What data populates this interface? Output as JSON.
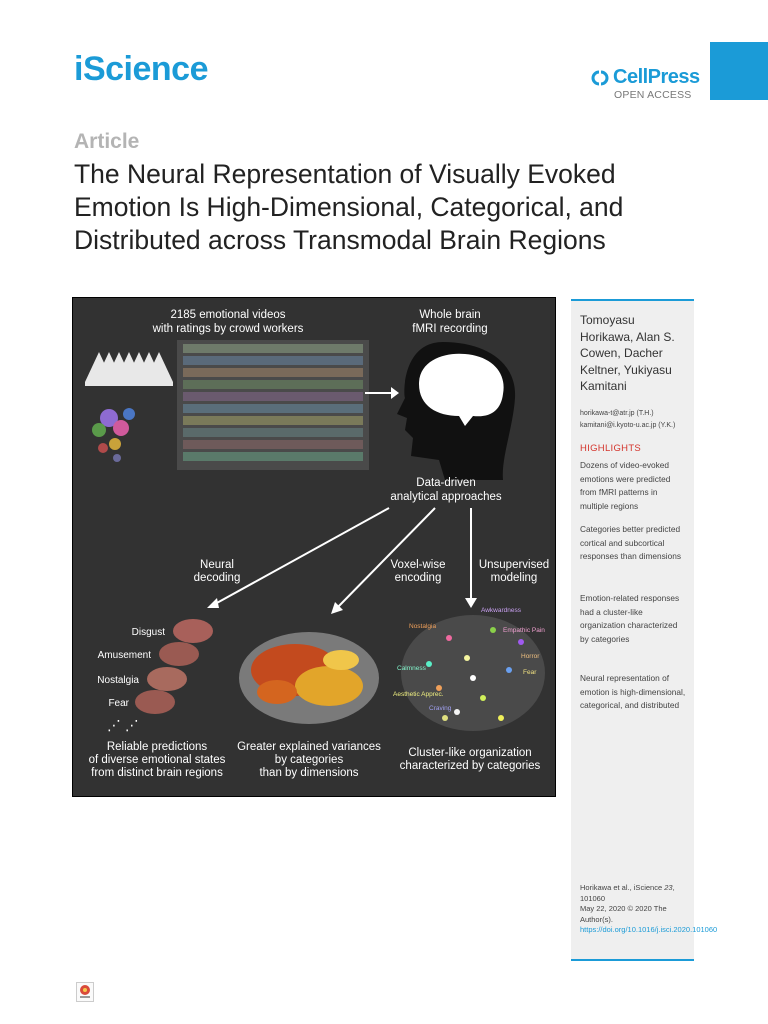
{
  "header": {
    "journal": "iScience",
    "publisher": "CellPress",
    "access": "OPEN ACCESS"
  },
  "article": {
    "label": "Article",
    "title": "The Neural Representation of Visually Evoked Emotion Is High-Dimensional, Categorical, and Distributed across Transmodal Brain Regions"
  },
  "graphical_abstract": {
    "videos_line1": "2185 emotional videos",
    "videos_line2": "with ratings by crowd workers",
    "fmri_line1": "Whole brain",
    "fmri_line2": "fMRI recording",
    "approach_line1": "Data-driven",
    "approach_line2": "analytical approaches",
    "decoding_line1": "Neural",
    "decoding_line2": "decoding",
    "voxel_line1": "Voxel-wise",
    "voxel_line2": "encoding",
    "unsup_line1": "Unsupervised",
    "unsup_line2": "modeling",
    "emotions": [
      "Disgust",
      "Amusement",
      "Nostalgia",
      "Fear"
    ],
    "cluster_labels": [
      "Nostalgia",
      "Awkwardness",
      "Empathic Pain",
      "Calmness",
      "Aesthetic Apprec.",
      "Craving",
      "Horror",
      "Fear"
    ],
    "result1": [
      "Reliable predictions",
      "of diverse emotional states",
      "from distinct brain regions"
    ],
    "result2": [
      "Greater explained variances",
      "by categories",
      "than by dimensions"
    ],
    "result3": [
      "Cluster-like organization",
      "characterized by categories"
    ]
  },
  "sidebar": {
    "authors": "Tomoyasu Horikawa, Alan S. Cowen, Dacher Keltner, Yukiyasu Kamitani",
    "email1": "horikawa-t@atr.jp (T.H.)",
    "email2": "kamitani@i.kyoto-u.ac.jp (Y.K.)",
    "highlights_title": "HIGHLIGHTS",
    "highlights": [
      "Dozens of video-evoked emotions were predicted from fMRI patterns in multiple regions",
      "Categories better predicted cortical and subcortical responses than dimensions",
      "Emotion-related responses had a cluster-like organization characterized by categories",
      "Neural representation of emotion is high-dimensional, categorical, and distributed"
    ],
    "citation_authors": "Horikawa et al., iScience",
    "citation_volume": "23",
    "citation_id": "101060",
    "citation_date": "May 22, 2020 © 2020 The Author(s).",
    "doi": "https://doi.org/10.1016/j.isci.2020.101060"
  },
  "colors": {
    "accent": "#1b9bd7",
    "highlight_title": "#d4352d",
    "abstract_bg": "#323232"
  }
}
